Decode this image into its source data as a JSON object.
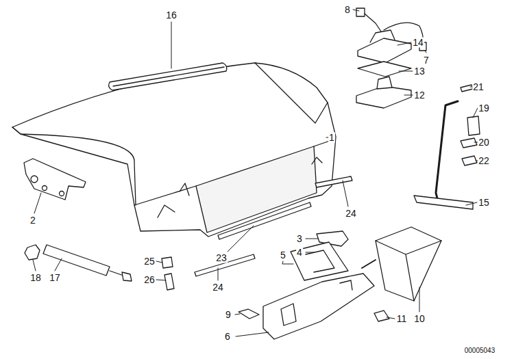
{
  "diagram": {
    "labels": [
      "16",
      "8",
      "14",
      "7",
      "13",
      "12",
      "21",
      "1",
      "19",
      "20",
      "22",
      "2",
      "15",
      "24",
      "23",
      "3",
      "4",
      "5",
      "18",
      "17",
      "25",
      "26",
      "24",
      "9",
      "11",
      "10",
      "6",
      "00005043"
    ]
  }
}
